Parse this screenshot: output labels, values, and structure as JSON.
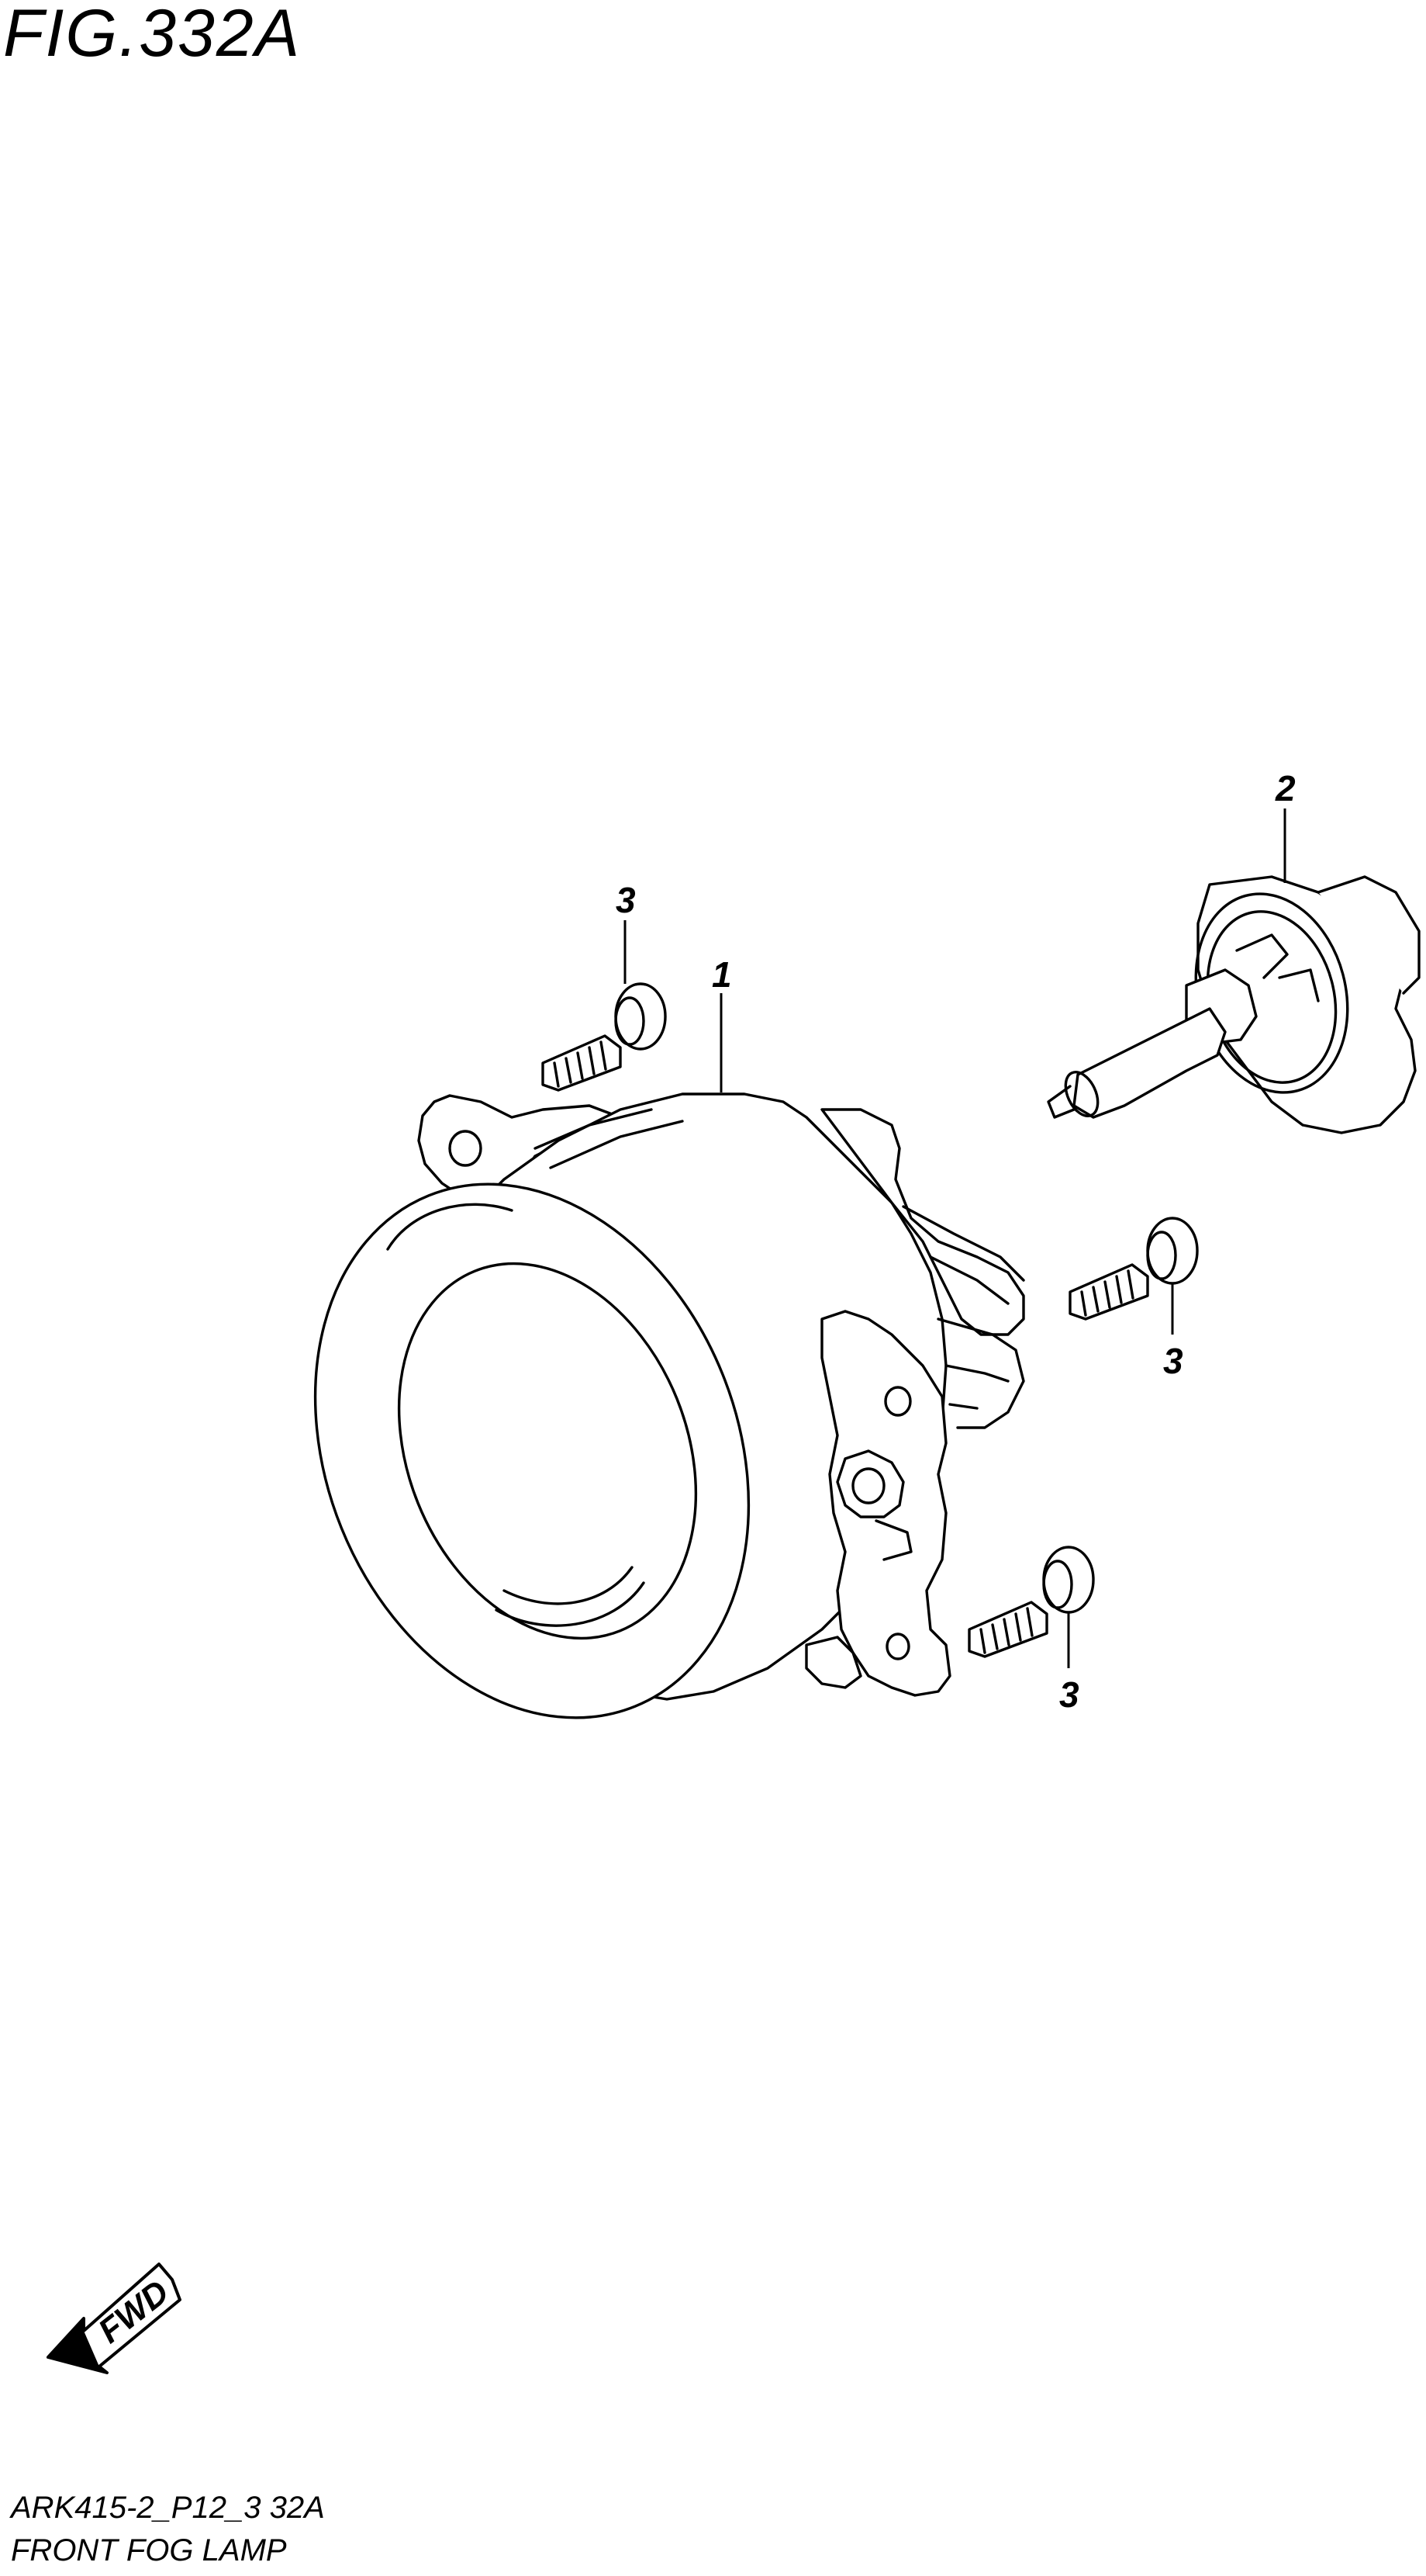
{
  "figure": {
    "title": "FIG.332A"
  },
  "callouts": {
    "fog_lamp_assembly": "1",
    "bulb": "2",
    "screw_upper_left": "3",
    "screw_right": "3",
    "screw_lower_right": "3"
  },
  "direction_marker": {
    "label": "FWD",
    "icon": "forward-arrow-icon"
  },
  "footer": {
    "code": "ARK415-2_P12_3 32A",
    "caption": "FRONT FOG LAMP"
  }
}
